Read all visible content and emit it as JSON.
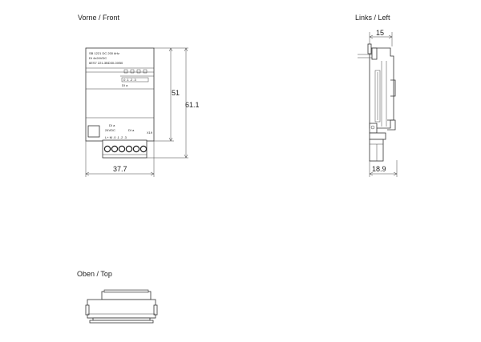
{
  "views": {
    "front": {
      "title": "Vorne / Front",
      "label_lines": [
        "SB 1221 DC 200 kHz",
        "DI 4x24VDC",
        "6ES7 221-3BD30-0XB0"
      ],
      "io_label": "DI a",
      "io_numbers": ".0  .1  .2  .3",
      "io_label_lower": "DI a",
      "connector_label": "24VDC",
      "connector_pins": "L+  M  .0  .1  .2  .3",
      "xn_label": "X19",
      "dim_width": "37.7",
      "dim_height_inner": "51",
      "dim_height_total": "61.1"
    },
    "left": {
      "title": "Links / Left",
      "dim_top": "15",
      "dim_bottom": "18.9"
    },
    "top": {
      "title": "Oben / Top"
    }
  }
}
